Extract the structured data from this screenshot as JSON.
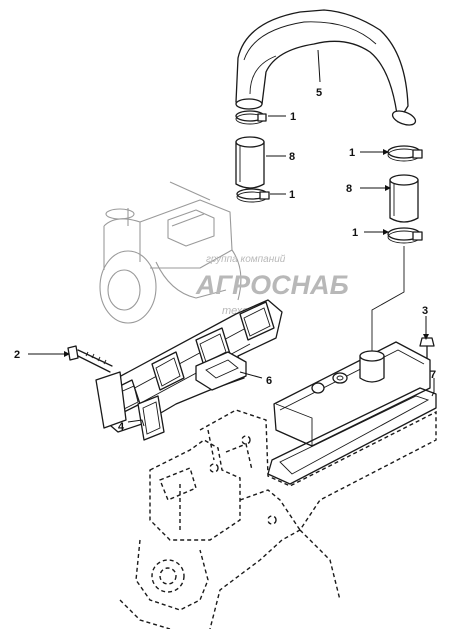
{
  "watermark": {
    "line1": "группа компаний",
    "line2": "АГРОСНАБ",
    "line3": "техсервис"
  },
  "callouts": {
    "c1a": "1",
    "c1b": "1",
    "c1c": "1",
    "c1d": "1",
    "c2": "2",
    "c3": "3",
    "c4": "4",
    "c5": "5",
    "c6": "6",
    "c7": "7",
    "c8a": "8",
    "c8b": "8"
  }
}
